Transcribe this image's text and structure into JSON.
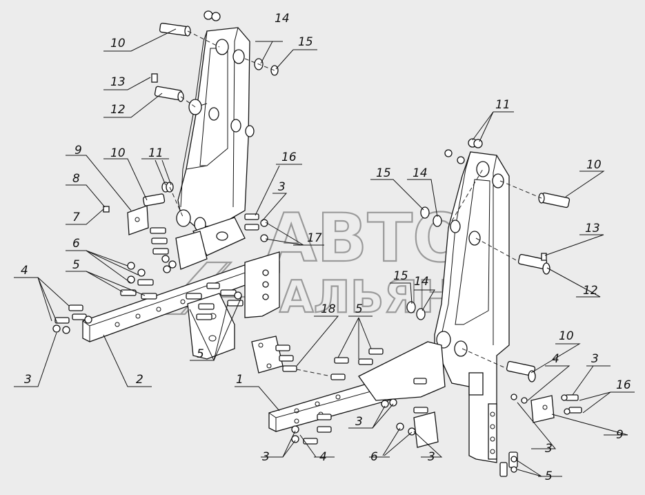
{
  "watermark": {
    "line1": "АВТО",
    "line2": "АЛЬЯНС"
  },
  "callouts": [
    {
      "id": "c-10a",
      "label": "10"
    },
    {
      "id": "c-14a",
      "label": "14"
    },
    {
      "id": "c-15a",
      "label": "15"
    },
    {
      "id": "c-13a",
      "label": "13"
    },
    {
      "id": "c-12a",
      "label": "12"
    },
    {
      "id": "c-9a",
      "label": "9"
    },
    {
      "id": "c-10b",
      "label": "10"
    },
    {
      "id": "c-11a",
      "label": "11"
    },
    {
      "id": "c-8a",
      "label": "8"
    },
    {
      "id": "c-7a",
      "label": "7"
    },
    {
      "id": "c-16a",
      "label": "16"
    },
    {
      "id": "c-3a",
      "label": "3"
    },
    {
      "id": "c-17a",
      "label": "17"
    },
    {
      "id": "c-6a",
      "label": "6"
    },
    {
      "id": "c-5a",
      "label": "5"
    },
    {
      "id": "c-4a",
      "label": "4"
    },
    {
      "id": "c-3b",
      "label": "3"
    },
    {
      "id": "c-2a",
      "label": "2"
    },
    {
      "id": "c-5b",
      "label": "5"
    },
    {
      "id": "c-11b",
      "label": "11"
    },
    {
      "id": "c-10c",
      "label": "10"
    },
    {
      "id": "c-15b",
      "label": "15"
    },
    {
      "id": "c-14b",
      "label": "14"
    },
    {
      "id": "c-13b",
      "label": "13"
    },
    {
      "id": "c-12b",
      "label": "12"
    },
    {
      "id": "c-15c",
      "label": "15"
    },
    {
      "id": "c-14c",
      "label": "14"
    },
    {
      "id": "c-18a",
      "label": "18"
    },
    {
      "id": "c-5c",
      "label": "5"
    },
    {
      "id": "c-10d",
      "label": "10"
    },
    {
      "id": "c-1a",
      "label": "1"
    },
    {
      "id": "c-4b",
      "label": "4"
    },
    {
      "id": "c-3c",
      "label": "3"
    },
    {
      "id": "c-16b",
      "label": "16"
    },
    {
      "id": "c-3d",
      "label": "3"
    },
    {
      "id": "c-3e",
      "label": "3"
    },
    {
      "id": "c-9b",
      "label": "9"
    },
    {
      "id": "c-3f",
      "label": "3"
    },
    {
      "id": "c-4c",
      "label": "4"
    },
    {
      "id": "c-6b",
      "label": "6"
    },
    {
      "id": "c-3g",
      "label": "3"
    },
    {
      "id": "c-5d",
      "label": "5"
    }
  ]
}
